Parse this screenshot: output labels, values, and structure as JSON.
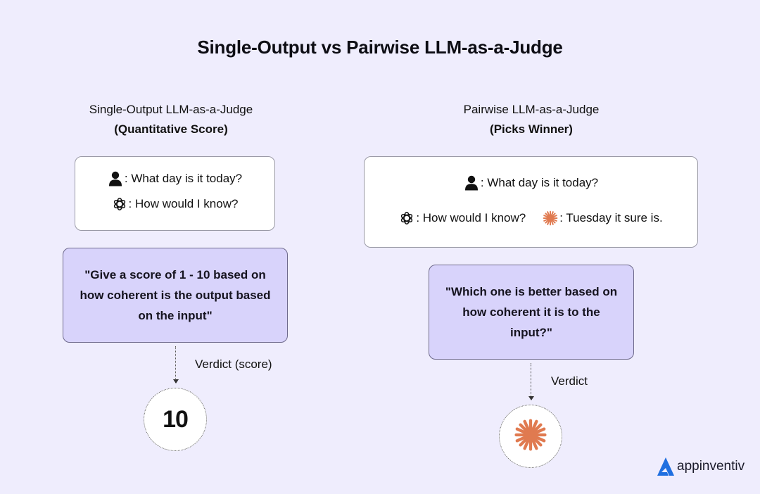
{
  "title": "Single-Output vs Pairwise LLM-as-a-Judge",
  "left": {
    "heading": "Single-Output LLM-as-a-Judge",
    "subheading": "(Quantitative Score)",
    "chat": {
      "user_line": ": What day is it today?",
      "model_line": ": How would I know?"
    },
    "prompt": "\"Give a score of 1 - 10 based on how coherent is the output based on the input\"",
    "verdict_label": "Verdict (score)",
    "verdict_value": "10"
  },
  "right": {
    "heading": "Pairwise LLM-as-a-Judge",
    "subheading": "(Picks Winner)",
    "chat": {
      "user_line": ": What day is it today?",
      "model_a_line": ": How would I know?",
      "model_b_line": ": Tuesday it sure is."
    },
    "prompt": "\"Which one is better based on how coherent it is to the input?\"",
    "verdict_label": "Verdict",
    "verdict_icon": "claude-starburst-icon"
  },
  "brand": {
    "name": "appinventiv",
    "accent": "#1f6fe0"
  },
  "colors": {
    "background": "#efedfd",
    "prompt_fill": "#d8d3fb",
    "starburst": "#e07a50"
  }
}
